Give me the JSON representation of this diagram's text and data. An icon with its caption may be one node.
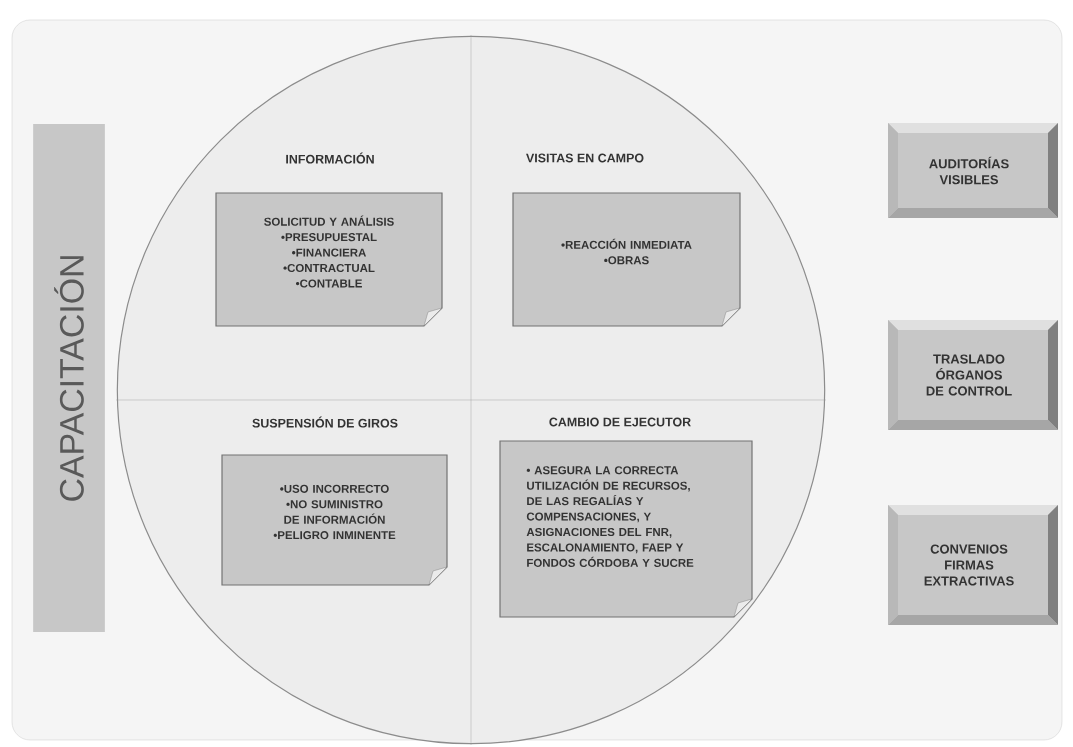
{
  "diagram": {
    "nodes": [
      {
        "text": [
          "CAPACITACIÓN"
        ]
      },
      {
        "text": [],
        "shape": "circle"
      },
      {
        "text": [
          "INFORMACIÓN",
          "SOLICITUD Y ANÁLISIS",
          "•PRESUPUESTAL",
          "•FINANCIERA",
          "•CONTRACTUAL",
          "•CONTABLE"
        ],
        "in": 1
      },
      {
        "text": [
          "VISITAS EN CAMPO",
          "•REACCIÓN INMEDIATA",
          "•OBRAS"
        ],
        "in": 1
      },
      {
        "text": [
          "SUSPENSIÓN DE GIROS",
          "•USO INCORRECTO",
          "•NO SUMINISTRO DE INFORMACIÓN",
          "•PELIGRO INMINENTE"
        ],
        "in": 1
      },
      {
        "text": [
          "CAMBIO DE EJECUTOR",
          "• ASEGURA LA CORRECTA UTILIZACIÓN DE RECURSOS, DE LAS REGALÍAS Y COMPENSACIONES, Y ASIGNACIONES DEL FNR, ESCALONAMIENTO, FAEP Y FONDOS CÓRDOBA Y SUCRE"
        ],
        "in": 1
      },
      {
        "text": [
          "AUDITORÍAS VISIBLES"
        ]
      },
      {
        "text": [
          "TRASLADO ÓRGANOS DE CONTROL"
        ]
      },
      {
        "text": [
          "CONVENIOS FIRMAS EXTRACTIVAS"
        ]
      }
    ]
  }
}
